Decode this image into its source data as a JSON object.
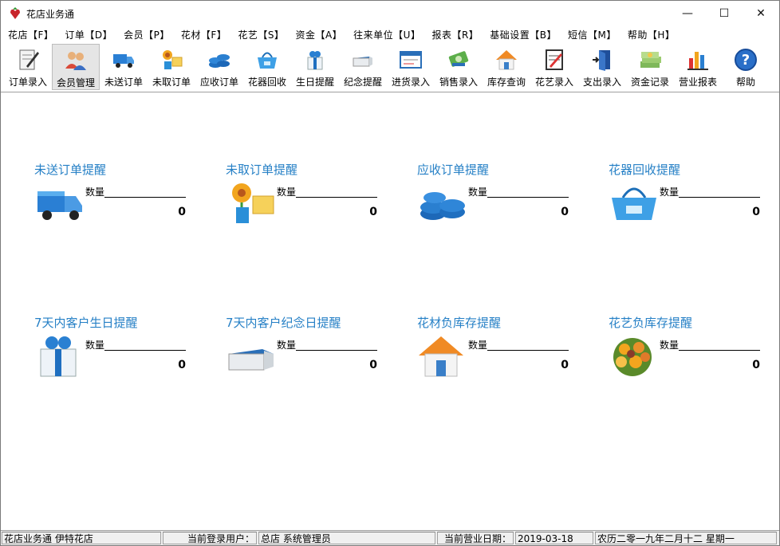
{
  "window": {
    "title": "花店业务通",
    "minimize_symbol": "—",
    "maximize_symbol": "☐",
    "close_symbol": "✕"
  },
  "menu": [
    "花店【F】",
    "订单【D】",
    "会员【P】",
    "花材【F】",
    "花艺【S】",
    "资金【A】",
    "往来单位【U】",
    "报表【R】",
    "基础设置【B】",
    "短信【M】",
    "帮助【H】"
  ],
  "toolbar": [
    {
      "label": "订单录入",
      "icon": "order-entry-icon"
    },
    {
      "label": "会员管理",
      "icon": "member-icon",
      "active": true
    },
    {
      "label": "未送订单",
      "icon": "truck-icon"
    },
    {
      "label": "未取订单",
      "icon": "flower-box-icon"
    },
    {
      "label": "应收订单",
      "icon": "coins-icon"
    },
    {
      "label": "花器回收",
      "icon": "basket-icon"
    },
    {
      "label": "生日提醒",
      "icon": "gift-icon"
    },
    {
      "label": "纪念提醒",
      "icon": "memorial-box-icon"
    },
    {
      "label": "进货录入",
      "icon": "purchase-form-icon"
    },
    {
      "label": "销售录入",
      "icon": "money-sales-icon"
    },
    {
      "label": "库存查询",
      "icon": "house-icon"
    },
    {
      "label": "花艺录入",
      "icon": "notepad-icon"
    },
    {
      "label": "支出录入",
      "icon": "door-exit-icon"
    },
    {
      "label": "资金记录",
      "icon": "cash-stack-icon"
    },
    {
      "label": "营业报表",
      "icon": "bar-chart-icon"
    },
    {
      "label": "帮助",
      "icon": "help-icon"
    }
  ],
  "cards": [
    {
      "title": "未送订单提醒",
      "qty_label": "数量",
      "value": "0",
      "icon": "truck-icon"
    },
    {
      "title": "未取订单提醒",
      "qty_label": "数量",
      "value": "0",
      "icon": "flower-box-icon"
    },
    {
      "title": "应收订单提醒",
      "qty_label": "数量",
      "value": "0",
      "icon": "coins-icon"
    },
    {
      "title": "花器回收提醒",
      "qty_label": "数量",
      "value": "0",
      "icon": "basket-icon"
    },
    {
      "title": "7天内客户生日提醒",
      "qty_label": "数量",
      "value": "0",
      "icon": "gift-icon"
    },
    {
      "title": "7天内客户纪念日提醒",
      "qty_label": "数量",
      "value": "0",
      "icon": "memorial-box-icon"
    },
    {
      "title": "花材负库存提醒",
      "qty_label": "数量",
      "value": "0",
      "icon": "house-icon"
    },
    {
      "title": "花艺负库存提醒",
      "qty_label": "数量",
      "value": "0",
      "icon": "bouquet-icon"
    }
  ],
  "status": {
    "app": "花店业务通 伊特花店",
    "user_label": "当前登录用户：",
    "user": "总店   系统管理员",
    "date_label": "当前营业日期：",
    "date": "2019-03-18",
    "lunar": "农历二零一九年二月十二   星期一"
  },
  "colors": {
    "card_title": "#2680c6",
    "toolbar_active": "#e5e5e5"
  }
}
